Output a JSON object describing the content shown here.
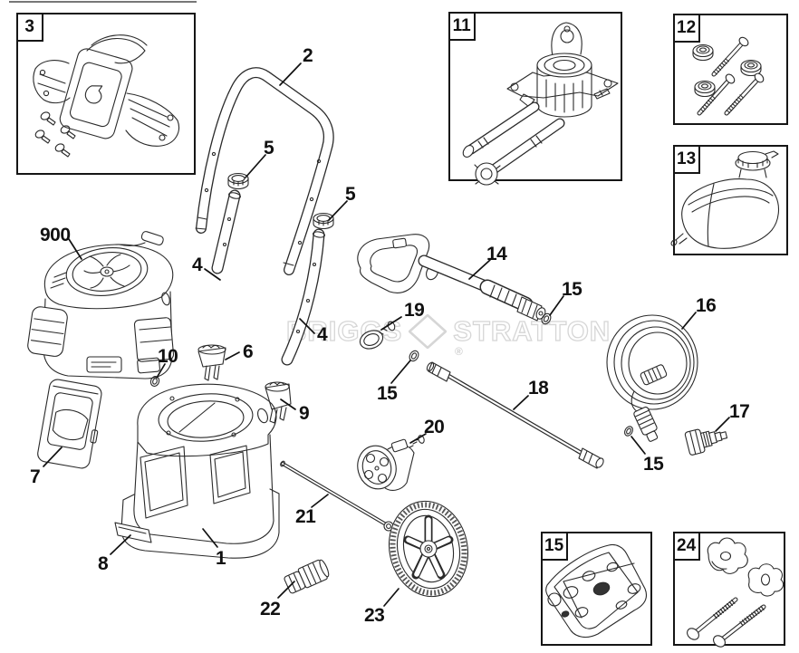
{
  "watermark": {
    "brand_left": "BRIGGS",
    "brand_right": "STRATTON",
    "registered_mark": "®"
  },
  "inset_boxes": [
    {
      "label": "3"
    },
    {
      "label": "11"
    },
    {
      "label": "12"
    },
    {
      "label": "13"
    },
    {
      "label": "15"
    },
    {
      "label": "24"
    }
  ],
  "callouts": [
    {
      "label": "900"
    },
    {
      "label": "2"
    },
    {
      "label": "5"
    },
    {
      "label": "5"
    },
    {
      "label": "4"
    },
    {
      "label": "4"
    },
    {
      "label": "6"
    },
    {
      "label": "10"
    },
    {
      "label": "9"
    },
    {
      "label": "7"
    },
    {
      "label": "8"
    },
    {
      "label": "1"
    },
    {
      "label": "14"
    },
    {
      "label": "19"
    },
    {
      "label": "15"
    },
    {
      "label": "15"
    },
    {
      "label": "16"
    },
    {
      "label": "18"
    },
    {
      "label": "20"
    },
    {
      "label": "17"
    },
    {
      "label": "15"
    },
    {
      "label": "21"
    },
    {
      "label": "22"
    },
    {
      "label": "23"
    }
  ]
}
